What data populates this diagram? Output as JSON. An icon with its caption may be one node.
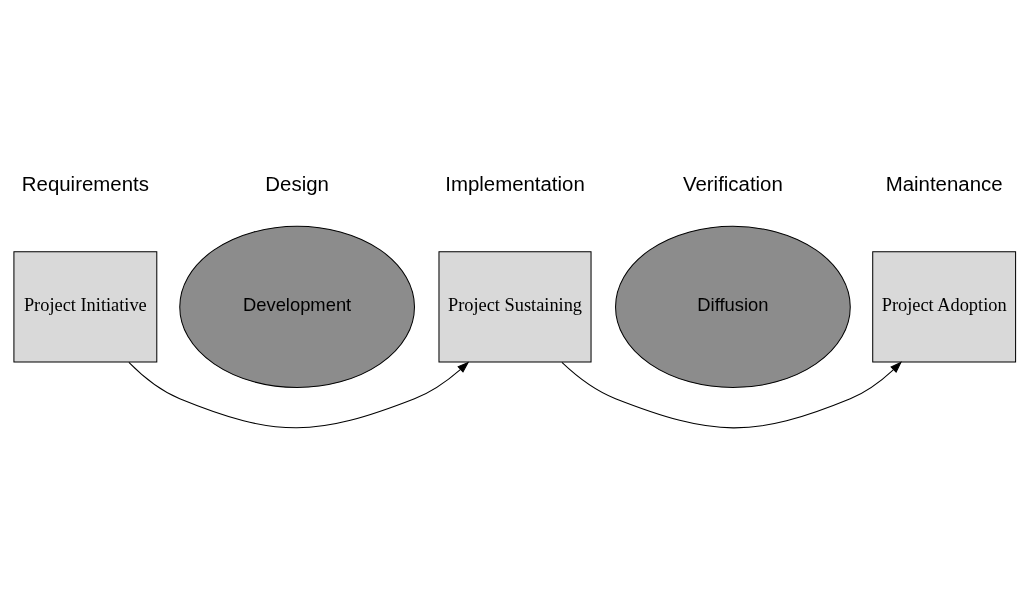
{
  "diagram": {
    "nodes": [
      {
        "text": [
          "Development"
        ]
      },
      {
        "text": [
          "Diffusion"
        ]
      },
      {
        "text": [
          "Project Initiative"
        ]
      },
      {
        "text": [
          "Project Sustaining"
        ]
      },
      {
        "text": [
          "Project Adoption"
        ]
      }
    ],
    "edges": [
      {
        "from": 2,
        "to": 3,
        "arrow": "to"
      },
      {
        "from": 3,
        "to": 4,
        "arrow": "to"
      }
    ],
    "labels": [
      "Requirements",
      "Design",
      "Implementation",
      "Verification",
      "Maintenance"
    ]
  }
}
